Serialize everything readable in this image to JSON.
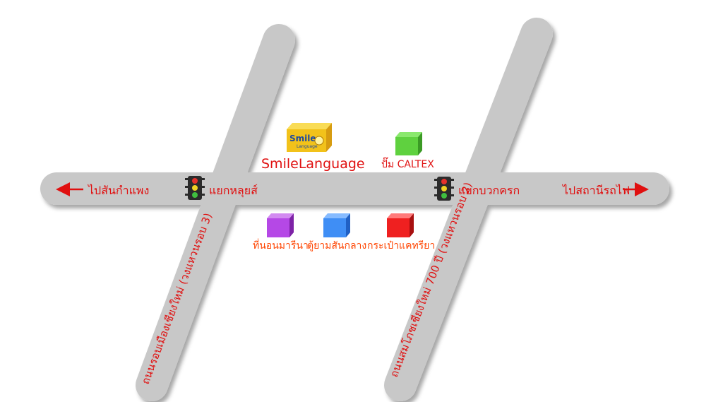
{
  "colors": {
    "road": "#c8c8c8",
    "road_shadow": "#9a9a9a",
    "label_red": "#e01010",
    "label_orange": "#ff4400",
    "arrow_red": "#e01010",
    "logo_yellow": "#f2c21a",
    "cube_green": "#5fd13f",
    "cube_purple": "#b548e6",
    "cube_blue": "#3f8ef5",
    "cube_red": "#ef2020"
  },
  "roads": {
    "horizontal": {
      "west_label": "ไปสันกำแพง",
      "east_label": "ไปสถานีรถไฟ"
    },
    "left_diagonal_label": "ถนนรอบเมืองเชียงใหม่ (วงแหวนรอบ 3)",
    "right_diagonal_label": "ถนนสมโภชเชียงใหม่ 700 ปี (วงแหวนรอบ 2)"
  },
  "intersections": [
    {
      "label": "แยกหลุยส์",
      "icon": "traffic-light-icon"
    },
    {
      "label": "แยกบวกครก",
      "icon": "traffic-light-icon"
    }
  ],
  "landmarks": {
    "smile": {
      "logo_text": "Smile",
      "logo_subtext": "Language",
      "name": "SmileLanguage",
      "icon": "smile-language-logo"
    },
    "caltex": {
      "label": "ปั๊ม CALTEX",
      "icon": "green-cube-icon"
    },
    "mattress": {
      "label": "ที่นอนมารีนา",
      "icon": "purple-cube-icon"
    },
    "cabinet": {
      "label": "ตู้ยามสันกลาง",
      "icon": "blue-cube-icon"
    },
    "bag": {
      "label": "กระเป๋าแคทรียา",
      "icon": "red-cube-icon"
    }
  }
}
